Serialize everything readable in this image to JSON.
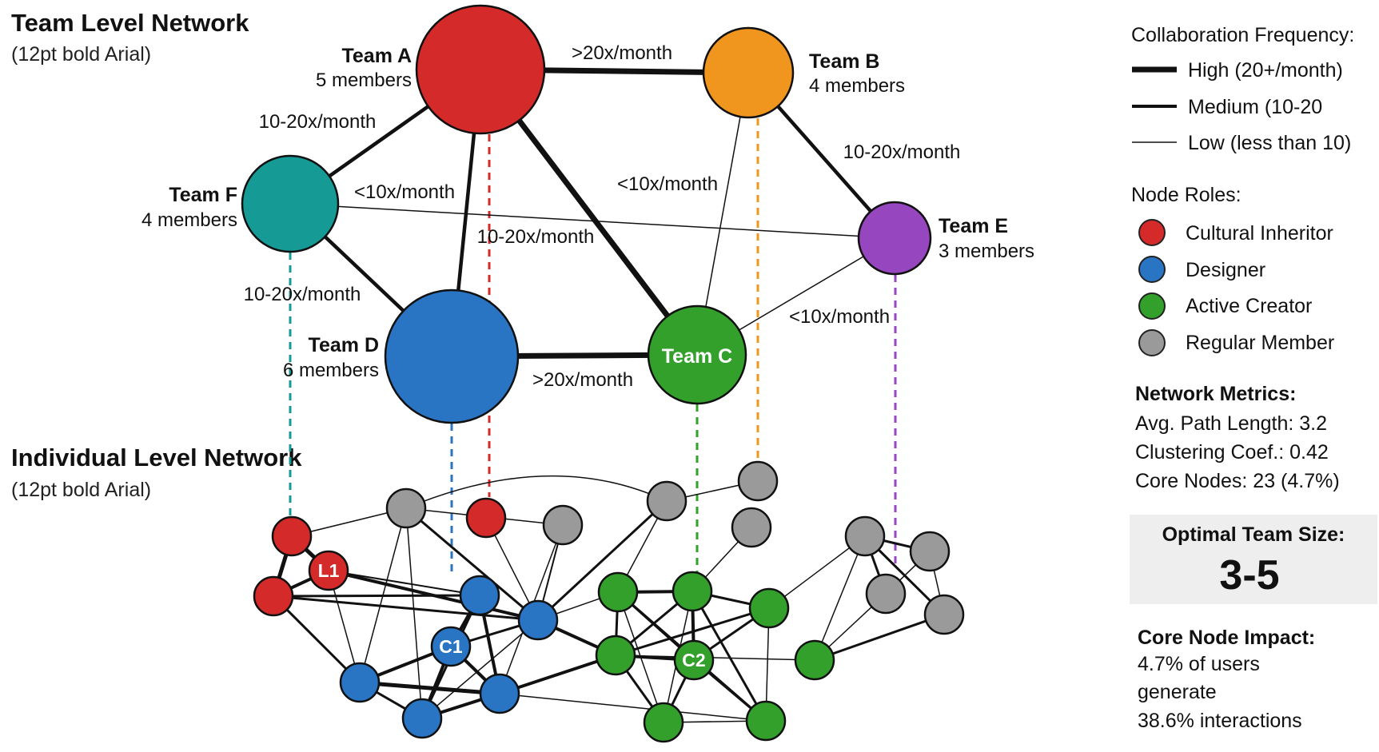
{
  "team_level": {
    "title": "Team Level Network",
    "subtitle": "(12pt bold Arial)",
    "teams": [
      {
        "id": "A",
        "name": "Team A",
        "members": "5 members",
        "color": "#d42a2a"
      },
      {
        "id": "B",
        "name": "Team B",
        "members": "4 members",
        "color": "#f0961e"
      },
      {
        "id": "C",
        "name": "Team C",
        "members": "",
        "color": "#33a02c"
      },
      {
        "id": "D",
        "name": "Team D",
        "members": "6 members",
        "color": "#2a74c4"
      },
      {
        "id": "E",
        "name": "Team E",
        "members": "3 members",
        "color": "#9646be"
      },
      {
        "id": "F",
        "name": "Team F",
        "members": "4 members",
        "color": "#169a96"
      }
    ],
    "links": [
      {
        "from": "A",
        "to": "B",
        "frequency": "High",
        "label": ">20x/month"
      },
      {
        "from": "A",
        "to": "F",
        "frequency": "Medium",
        "label": "10-20x/month"
      },
      {
        "from": "A",
        "to": "D",
        "frequency": "Medium",
        "label": ""
      },
      {
        "from": "A",
        "to": "C",
        "frequency": "High",
        "label": "10-20x/month"
      },
      {
        "from": "F",
        "to": "E",
        "frequency": "Low",
        "label": "<10x/month"
      },
      {
        "from": "F",
        "to": "D",
        "frequency": "Medium",
        "label": "10-20x/month"
      },
      {
        "from": "B",
        "to": "E",
        "frequency": "Medium",
        "label": "10-20x/month"
      },
      {
        "from": "B",
        "to": "C",
        "frequency": "Low",
        "label": "<10x/month"
      },
      {
        "from": "D",
        "to": "C",
        "frequency": "High",
        "label": ">20x/month"
      },
      {
        "from": "E",
        "to": "C",
        "frequency": "Low",
        "label": "<10x/month"
      }
    ]
  },
  "individual_level": {
    "title": "Individual Level Network",
    "subtitle": "(12pt bold Arial)",
    "node_labels": [
      "L1",
      "C1",
      "C2"
    ]
  },
  "legend": {
    "frequency_title": "Collaboration Frequency:",
    "frequency_items": [
      {
        "label": "High (20+/month)",
        "weight": "High"
      },
      {
        "label": "Medium (10-20",
        "weight": "Medium"
      },
      {
        "label": "Low (less than 10)",
        "weight": "Low"
      }
    ],
    "roles_title": "Node Roles:",
    "roles": [
      {
        "label": "Cultural Inheritor",
        "color": "#d42a2a"
      },
      {
        "label": "Designer",
        "color": "#2a74c4"
      },
      {
        "label": "Active Creator",
        "color": "#33a02c"
      },
      {
        "label": "Regular Member",
        "color": "#9a9a9a"
      }
    ]
  },
  "metrics": {
    "title": "Network Metrics:",
    "avg_path": "Avg. Path Length: 3.2",
    "clustering": "Clustering Coef.: 0.42",
    "core_nodes": "Core Nodes: 23 (4.7%)"
  },
  "optimal": {
    "title": "Optimal Team Size:",
    "value": "3-5"
  },
  "impact": {
    "title": "Core Node Impact:",
    "lines": [
      "4.7% of users",
      "generate",
      "38.6% interactions"
    ]
  }
}
